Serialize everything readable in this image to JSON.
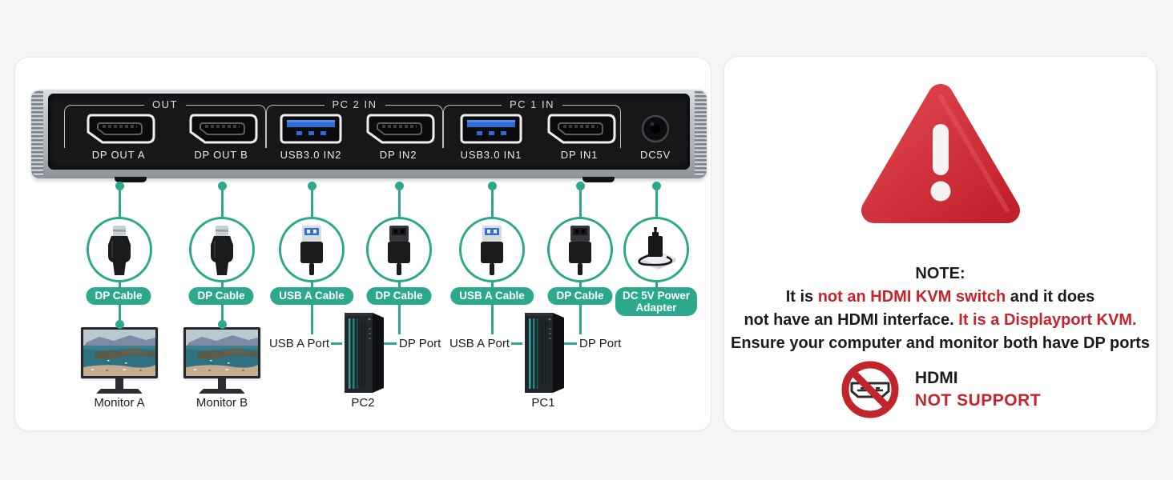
{
  "device": {
    "groups": [
      {
        "label": "OUT"
      },
      {
        "label": "PC 2 IN"
      },
      {
        "label": "PC 1 IN"
      }
    ],
    "ports": [
      {
        "label": "DP OUT A"
      },
      {
        "label": "DP OUT B"
      },
      {
        "label": "USB3.0 IN2"
      },
      {
        "label": "DP IN2"
      },
      {
        "label": "USB3.0 IN1"
      },
      {
        "label": "DP IN1"
      },
      {
        "label": "DC5V"
      }
    ]
  },
  "cables": [
    {
      "label": "DP Cable"
    },
    {
      "label": "DP Cable"
    },
    {
      "label": "USB A Cable"
    },
    {
      "label": "DP Cable"
    },
    {
      "label": "USB A Cable"
    },
    {
      "label": "DP Cable"
    },
    {
      "label_line1": "DC 5V Power",
      "label_line2": "Adapter"
    }
  ],
  "peripherals": {
    "monitor_a": "Monitor A",
    "monitor_b": "Monitor B",
    "pc2": {
      "name": "PC2",
      "usb_label": "USB A Port",
      "dp_label": "DP Port"
    },
    "pc1": {
      "name": "PC1",
      "usb_label": "USB A Port",
      "dp_label": "DP Port"
    }
  },
  "note": {
    "title": "NOTE:",
    "line1_pre": "It is ",
    "line1_red": "not an HDMI KVM switch",
    "line1_post": " and it does",
    "line2_pre": "not have an HDMI interface. ",
    "line2_red": "It is a Displayport KVM.",
    "line3": "Ensure your computer and monitor both have DP ports"
  },
  "hdmi_badge": {
    "title": "HDMI",
    "subtitle": "NOT SUPPORT"
  },
  "colors": {
    "accent_green": "#2ca98c",
    "warning_red": "#c8232b",
    "triangle_red": "#cf2b33"
  }
}
